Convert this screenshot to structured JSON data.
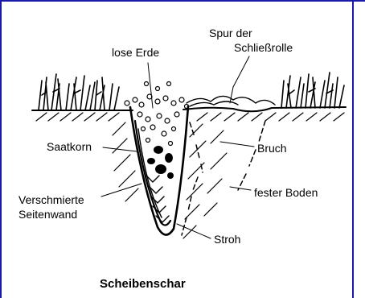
{
  "diagram": {
    "labels": {
      "lose_erde": "lose Erde",
      "spur_line1": "Spur der",
      "spur_line2": "Schließrolle",
      "saatkorn": "Saatkorn",
      "bruch": "Bruch",
      "fester_boden": "fester Boden",
      "verschmierte_line1": "Verschmierte",
      "verschmierte_line2": "Seitenwand",
      "stroh": "Stroh"
    },
    "caption": "Scheibenschar"
  },
  "colors": {
    "frame_border": "#1a1aa8",
    "ink": "#000000",
    "background": "#ffffff"
  }
}
